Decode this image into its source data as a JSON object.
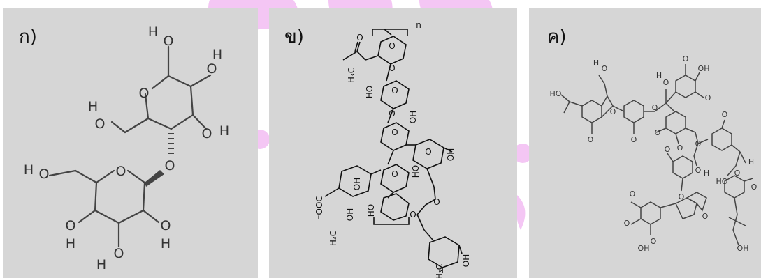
{
  "colors": {
    "panel_bg": "#d6d6d6",
    "watermark": "#f2b8f2",
    "bond_gray": "#444444",
    "bond_black": "#111111"
  },
  "panels": [
    {
      "label": "ก)"
    },
    {
      "label": "ข)"
    },
    {
      "label": "ค)"
    }
  ],
  "atoms": {
    "O": "O",
    "H": "H",
    "HO": "HO",
    "OH": "OH",
    "H3C": "H₃C",
    "n": "n",
    "OOC": "⁻OOC"
  }
}
